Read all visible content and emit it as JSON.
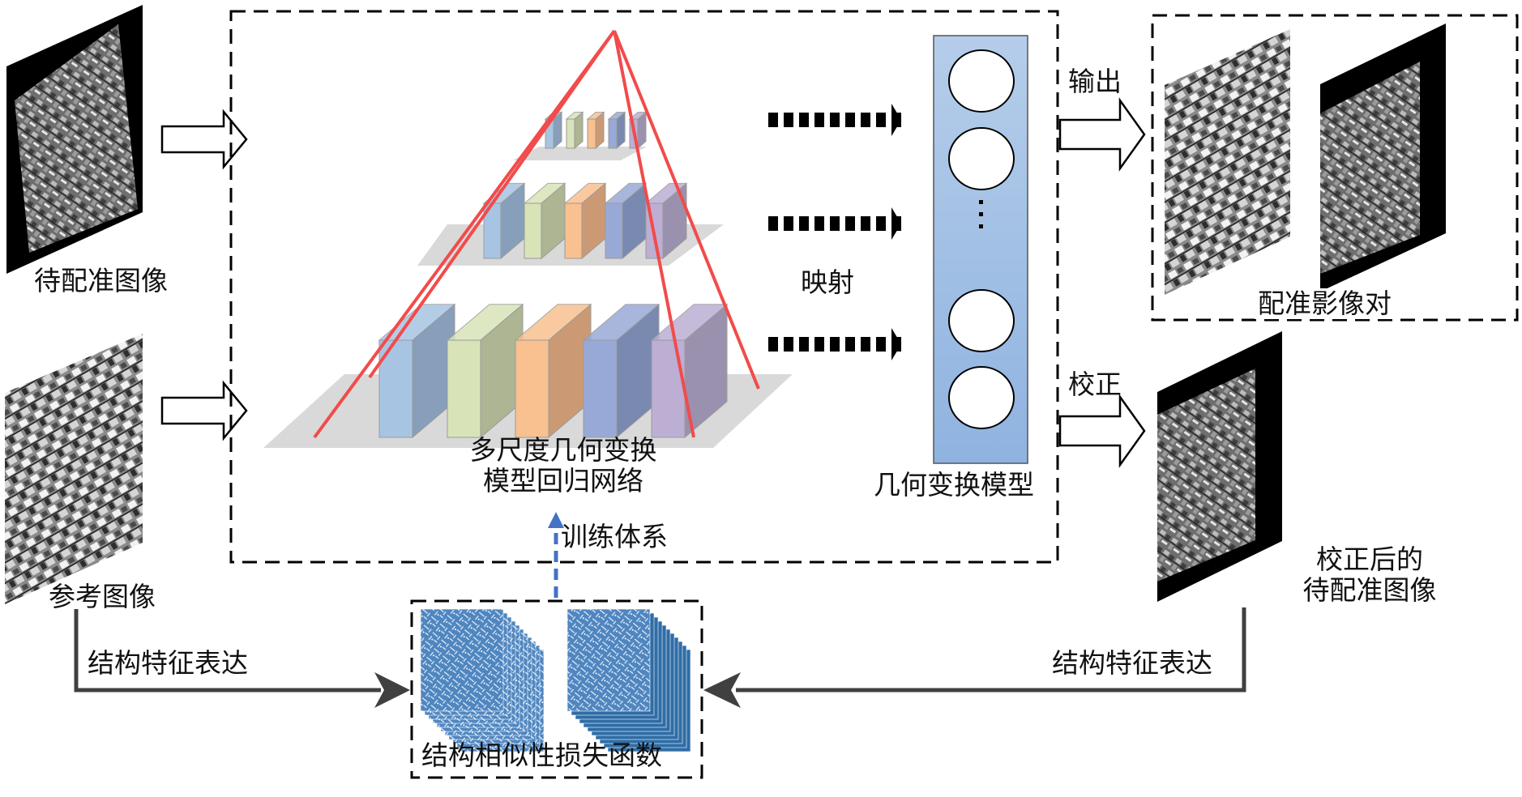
{
  "labels": {
    "sensed_image": "待配准图像",
    "reference_image": "参考图像",
    "network_line1": "多尺度几何变换",
    "network_line2": "模型回归网络",
    "mapping": "映射",
    "geo_model": "几何变换模型",
    "output": "输出",
    "correct": "校正",
    "registered_pair": "配准影像对",
    "corrected_line1": "校正后的",
    "corrected_line2": "待配准图像",
    "training_system": "训练体系",
    "structure_feature_left": "结构特征表达",
    "structure_feature_right": "结构特征表达",
    "ssim_loss": "结构相似性损失函数"
  },
  "pyramid": {
    "levels": [
      {
        "name": "top",
        "blocks": 5
      },
      {
        "name": "middle",
        "blocks": 5
      },
      {
        "name": "bottom",
        "blocks": 5
      }
    ],
    "block_colors": [
      {
        "front": "#a7c5e3",
        "side": "#879fba"
      },
      {
        "front": "#d8e3b8",
        "side": "#adb593"
      },
      {
        "front": "#f9c090",
        "side": "#cb9a74"
      },
      {
        "front": "#99a9d7",
        "side": "#7989b0"
      },
      {
        "front": "#bdaed4",
        "side": "#9a91ae"
      }
    ],
    "ray_color": "#f24b4b",
    "plate_color": "#d9d9d9"
  },
  "geo_model_nodes": {
    "visible_nodes": 4,
    "ellipsis": "⋮"
  },
  "colors": {
    "geo_model_top": "#b5cdea",
    "geo_model_bottom": "#8fb3e0",
    "training_arrow": "#4472c4",
    "feature_map": "#2f6da6",
    "connector": "#404040"
  }
}
